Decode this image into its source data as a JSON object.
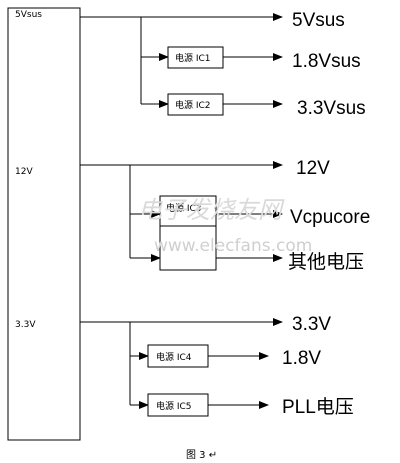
{
  "inputs": {
    "v5sus": "5Vsus",
    "v12": "12V",
    "v33": "3.3V"
  },
  "outputs": {
    "o5vsus": "5Vsus",
    "o18vsus": "1.8Vsus",
    "o33vsus": "3.3Vsus",
    "o12v": "12V",
    "vcpucore": "Vcpucore",
    "other": "其他电压",
    "o33v": "3.3V",
    "o18v": "1.8V",
    "pll": "PLL电压"
  },
  "ics": {
    "ic1": "电源 IC1",
    "ic2": "电源 IC2",
    "ic3": "电源 IC3",
    "ic4": "电源 IC4",
    "ic5": "电源 IC5"
  },
  "watermark": {
    "cn": "电子发烧友网",
    "en": "www.elecfans.com"
  },
  "caption": "图 3 ↵"
}
